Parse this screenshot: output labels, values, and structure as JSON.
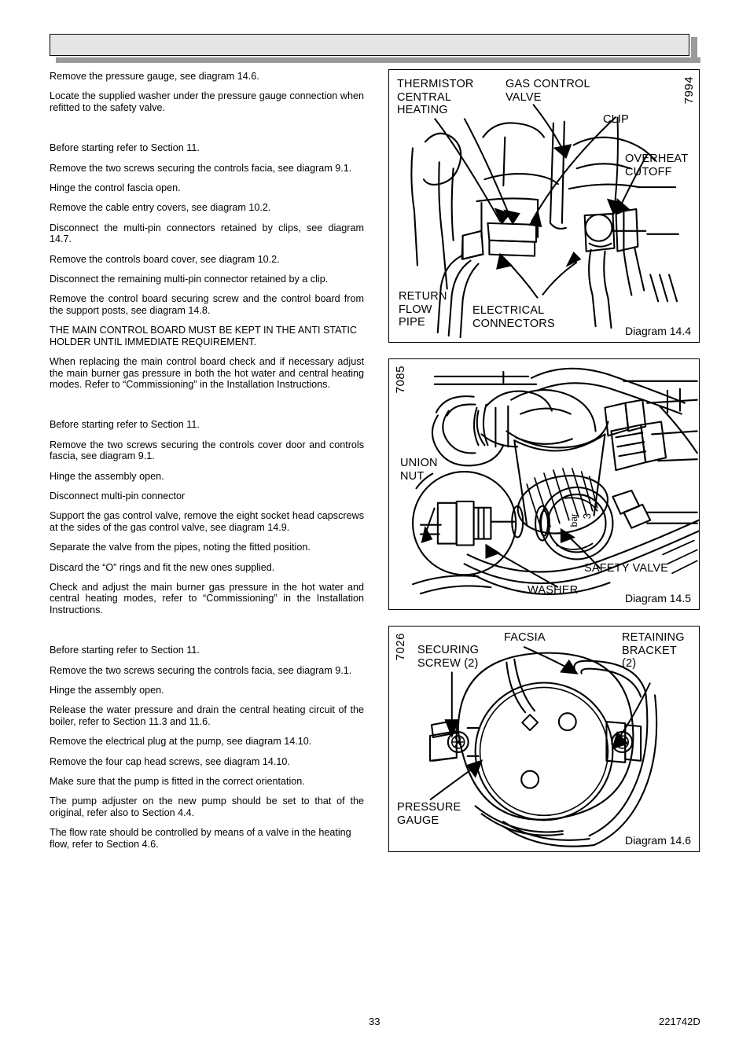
{
  "header": {
    "title": ""
  },
  "left_column": {
    "blocks": [
      {
        "type": "para",
        "text": "Remove the pressure gauge, see diagram 14.6."
      },
      {
        "type": "para",
        "text": "Locate the supplied washer under the pressure gauge connection when refitted to the safety valve."
      },
      {
        "type": "gap"
      },
      {
        "type": "para",
        "text": "Before starting refer to Section 11."
      },
      {
        "type": "para",
        "text": "Remove the two screws securing the controls facia, see diagram 9.1."
      },
      {
        "type": "para",
        "text": "Hinge the control fascia open."
      },
      {
        "type": "para",
        "text": "Remove the cable entry covers, see diagram 10.2."
      },
      {
        "type": "para",
        "text": "Disconnect the multi-pin connectors retained by clips, see diagram 14.7."
      },
      {
        "type": "para",
        "text": "Remove the controls board cover, see diagram 10.2."
      },
      {
        "type": "para",
        "text": "Disconnect the remaining multi-pin connector retained by a clip."
      },
      {
        "type": "para",
        "text": "Remove the control board securing screw and the control board from the support posts, see diagram 14.8."
      },
      {
        "type": "para_caps",
        "text": "THE MAIN CONTROL BOARD MUST BE KEPT IN THE ANTI STATIC HOLDER UNTIL IMMEDIATE REQUIREMENT."
      },
      {
        "type": "para",
        "text": "When replacing the main control board check and if necessary adjust the main burner gas pressure in both the hot water and central heating modes.  Refer to “Commissioning” in the Installation Instructions."
      },
      {
        "type": "gap"
      },
      {
        "type": "para",
        "text": "Before starting refer to Section 11."
      },
      {
        "type": "para",
        "text": "Remove the two screws securing the controls cover door and controls fascia, see diagram 9.1."
      },
      {
        "type": "para",
        "text": "Hinge the assembly open."
      },
      {
        "type": "para",
        "text": "Disconnect multi-pin connector"
      },
      {
        "type": "para",
        "text": "Support the gas control valve, remove the eight socket head capscrews at the sides of the gas control valve, see diagram 14.9."
      },
      {
        "type": "para",
        "text": "Separate the valve from the pipes, noting the fitted position."
      },
      {
        "type": "para",
        "text": "Discard the “O” rings and fit the new ones supplied."
      },
      {
        "type": "para",
        "text": "Check and adjust the main burner gas pressure in the hot water and central heating modes, refer to “Commissioning” in the Installation Instructions."
      },
      {
        "type": "gap"
      },
      {
        "type": "para",
        "text": "Before starting refer to Section 11."
      },
      {
        "type": "para",
        "text": "Remove the two screws securing the controls facia, see diagram 9.1."
      },
      {
        "type": "para",
        "text": "Hinge the assembly open."
      },
      {
        "type": "para",
        "text": "Release the water pressure and drain the central heating circuit of the boiler, refer to Section 11.3 and 11.6."
      },
      {
        "type": "para",
        "text": "Remove the electrical plug at the pump, see diagram 14.10."
      },
      {
        "type": "para",
        "text": "Remove the four cap head screws, see diagram 14.10."
      },
      {
        "type": "para",
        "text": "Make sure that the pump is fitted in the correct orientation."
      },
      {
        "type": "para",
        "text": "The pump adjuster on the new pump should be set to that of the original, refer also to Section 4.4."
      },
      {
        "type": "para_last",
        "text": "The flow rate should be controlled by means of a valve in the heating flow, refer to Section 4.6."
      }
    ]
  },
  "figures": [
    {
      "id_number": "7994",
      "caption": "Diagram 14.4",
      "labels": [
        "THERMISTOR",
        "CENTRAL",
        "HEATING",
        "GAS CONTROL",
        "VALVE",
        "CLIP",
        "OVERHEAT",
        "CUTOFF",
        "RETURN",
        "FLOW",
        "PIPE",
        "ELECTRICAL",
        "CONNECTORS"
      ],
      "label_thermistor": "THERMISTOR\nCENTRAL\nHEATING",
      "label_gas_control_valve": "GAS CONTROL\nVALVE",
      "label_clip": "CLIP",
      "label_overheat_cutoff": "OVERHEAT\nCUTOFF",
      "label_return_flow_pipe": "RETURN\nFLOW\nPIPE",
      "label_electrical_connectors": "ELECTRICAL\nCONNECTORS"
    },
    {
      "id_number": "7085",
      "caption": "Diagram 14.5",
      "label_union_nut": "UNION\nNUT",
      "label_washer": "WASHER",
      "label_safety_valve": "SAFETY VALVE",
      "label_gauge_rating": "3",
      "label_gauge_unit": "bar"
    },
    {
      "id_number": "7026",
      "caption": "Diagram 14.6",
      "label_securing_screw": "SECURING\nSCREW  (2)",
      "label_facsia": "FACSIA",
      "label_retaining_bracket": "RETAINING\nBRACKET\n(2)",
      "label_pressure_gauge": "PRESSURE\nGAUGE"
    }
  ],
  "footer": {
    "page_number": "33",
    "document_code": "221742D"
  }
}
